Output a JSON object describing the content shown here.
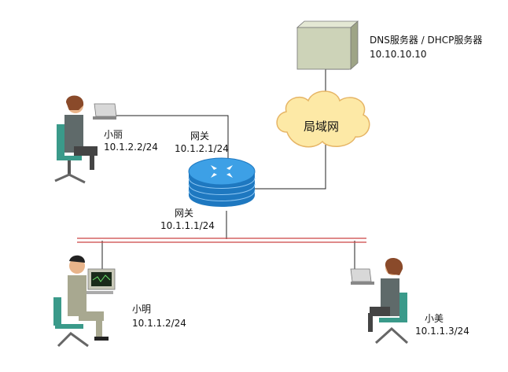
{
  "dns_server": {
    "name": "DNS服务器 / DHCP服务器",
    "ip": "10.10.10.10"
  },
  "lan_cloud": {
    "label": "局域网"
  },
  "router": {
    "gateway_upper": {
      "label": "网关",
      "ip": "10.1.2.1/24"
    },
    "gateway_lower": {
      "label": "网关",
      "ip": "10.1.1.1/24"
    }
  },
  "hosts": {
    "xiaoli": {
      "name": "小丽",
      "ip": "10.1.2.2/24"
    },
    "xiaoming": {
      "name": "小明",
      "ip": "10.1.1.2/24"
    },
    "xiaomei": {
      "name": "小美",
      "ip": "10.1.1.3/24"
    }
  },
  "colors": {
    "server": "#cdd3b8",
    "cloud": "#fde9a6",
    "cloud_edge": "#e6b566",
    "router": "#1e78c0",
    "router_top": "#3da0e6",
    "bus_line": "#cc4444"
  }
}
